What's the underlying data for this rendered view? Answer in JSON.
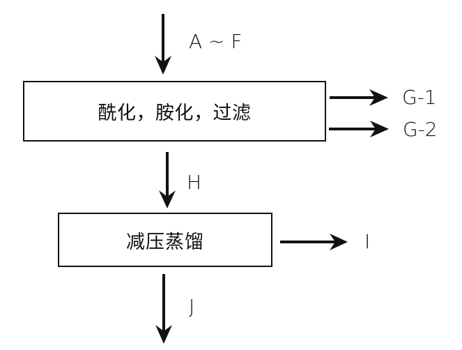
{
  "diagram": {
    "type": "process-flow",
    "steps": [
      {
        "id": "step1",
        "label": "酰化，胺化，过滤",
        "inputs": [
          "A ~ F"
        ],
        "outputs_side": [
          "G-1",
          "G-2"
        ],
        "output_down": "H"
      },
      {
        "id": "step2",
        "label": "减压蒸馏",
        "inputs": [
          "H"
        ],
        "outputs_side": [
          "I"
        ],
        "output_down": "J"
      }
    ],
    "flows": {
      "input_top": "A ~ F",
      "side_out_1": "G-1",
      "side_out_2": "G-2",
      "between_steps": "H",
      "side_out_3": "I",
      "final_out": "J"
    },
    "colors": {
      "stroke": "#111111",
      "background": "#ffffff"
    }
  }
}
